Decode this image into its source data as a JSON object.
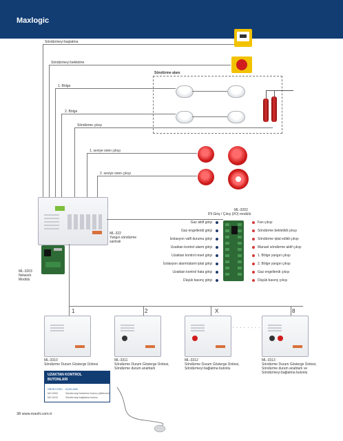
{
  "header": {
    "title": "Maxlogic"
  },
  "wiring": {
    "labels": [
      "Söndürmeyi başlatma",
      "Söndürmeyi bekletme",
      "1. Bölge",
      "2. Bölge",
      "Söndürme çıkışı",
      "1. seviye siren çıkışı",
      "2. seviye siren çıkışı"
    ],
    "zone_title": "Söndürme alanı"
  },
  "panel": {
    "model": "ML-322",
    "desc_line1": "Yangın söndürme",
    "desc_line2": "santrali"
  },
  "network": {
    "model": "ML-3203",
    "line2": "Network",
    "line3": "Modülü"
  },
  "io_module": {
    "model": "ML-3202",
    "desc": "8'li Giriş / Çıkış (I/O) modülü",
    "inputs": [
      "Gaz aktif girişi",
      "Gaz engellendi girişi",
      "İzolasyon valfi durumu girişi",
      "Uzaktan kontrol alarm girişi",
      "Uzaktan kontrol reset girişi",
      "İzolasyon alarm/alarm iptal girişi",
      "Uzaktan kontrol hata girişi",
      "Düşük basınç girişi"
    ],
    "outputs": [
      "Fan çıkışı",
      "Söndürme bekletildi çıkışı",
      "Söndürme iptal edildi çıkışı",
      "Manuel söndürme aktif çıkışı",
      "1. Bölge yangın çıkışı",
      "2. Bölge yangın çıkışı",
      "Gaz engellendi çıkışı",
      "Düşük basınç çıkışı"
    ]
  },
  "bus_labels": [
    "1",
    "2",
    "X",
    "8"
  ],
  "ellipsis": ". . . . . . . .",
  "remote_units": [
    {
      "model": "ML-3310",
      "desc1": "Söndürme Durum Gösterge Ünitesi",
      "desc2": "",
      "desc3": ""
    },
    {
      "model": "ML-3311",
      "desc1": "Söndürme Durum Gösterge Ünitesi,",
      "desc2": "Söndürme durum anahtarlı",
      "desc3": ""
    },
    {
      "model": "ML-3312",
      "desc1": "Söndürme Durum Gösterge Ünitesi,",
      "desc2": "Söndürmeyi bağlatma butonlu",
      "desc3": ""
    },
    {
      "model": "ML-3313",
      "desc1": "Söndürme Durum Gösterge Ünitesi,",
      "desc2": "Söndürme durum anahtarlı ve",
      "desc3": "Söndürmeyi bağlatma butonlu"
    }
  ],
  "remote_box": {
    "title1": "UZAKTAN KONTROL",
    "title2": "BUTONLARI",
    "col1": "ÜRÜN KODU",
    "col2": "AÇIKLAMA",
    "rows": [
      {
        "code": "MG-5300",
        "desc": "Söndürmeyi bekletme butonu (kilitlemeli)"
      },
      {
        "code": "MG-5310",
        "desc": "Söndürmeyi bağlatma butonu"
      }
    ]
  },
  "footer": {
    "text": "38  www.mavili.com.tr"
  },
  "colors": {
    "brand": "#123d73",
    "alarm_red": "#d01c1c",
    "accent_blue": "#1f5fa8"
  }
}
